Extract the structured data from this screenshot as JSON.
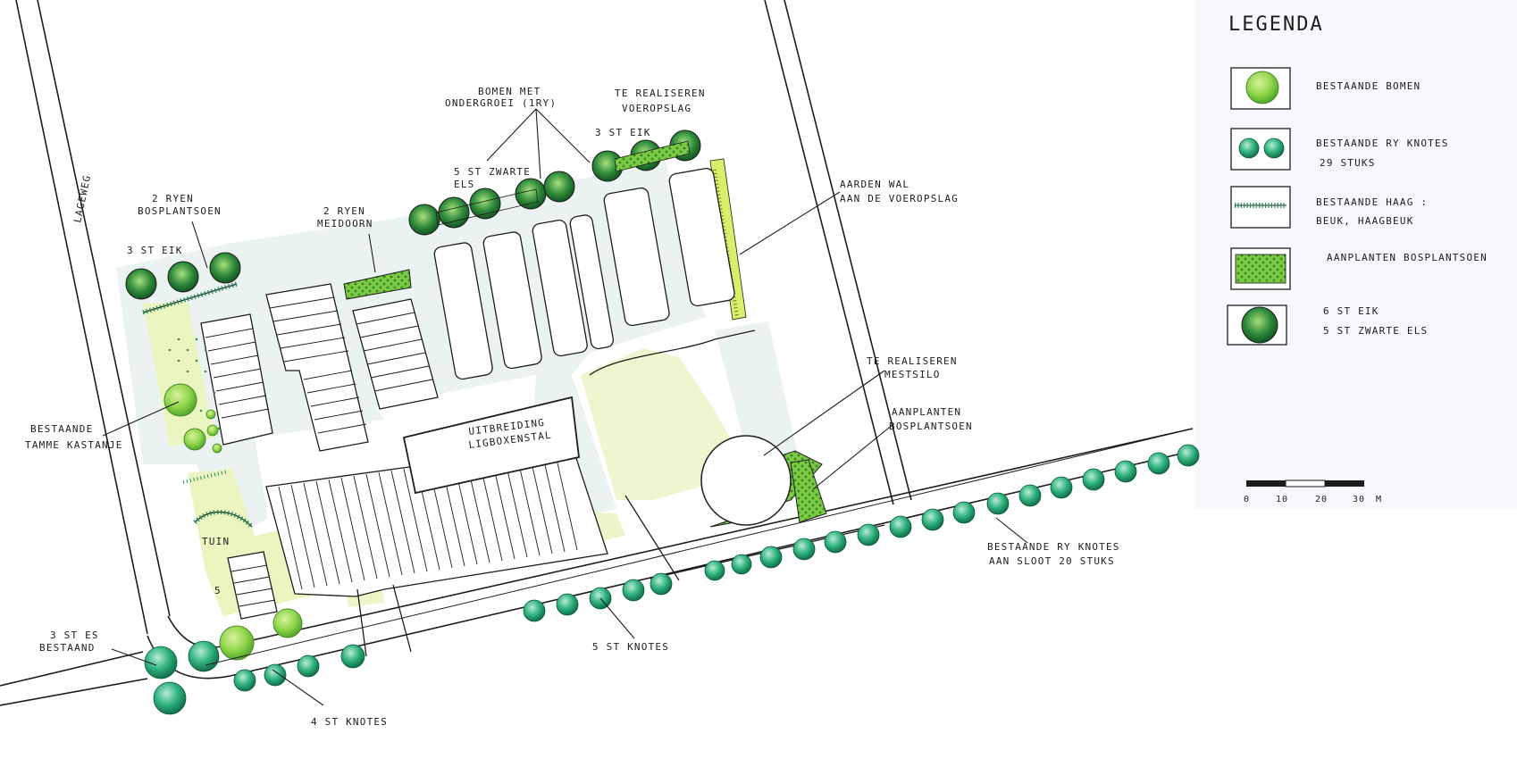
{
  "map": {
    "street_name": "LAGEWEG",
    "labels": {
      "bomen_met_ondergroei_1": "BOMEN MET",
      "bomen_met_ondergroei_2": "ONDERGROEI (1RY)",
      "voeropslag_1": "TE REALISEREN",
      "voeropslag_2": "VOEROPSLAG",
      "eik_top": "3 ST EIK",
      "zwarte_els_1": "5 ST ZWARTE",
      "zwarte_els_2": "ELS",
      "rijen_bos_1": "2 RYEN",
      "rijen_bos_2": "BOSPLANTSOEN",
      "rijen_mei_1": "2 RYEN",
      "rijen_mei_2": "MEIDOORN",
      "eik_left": "3 ST EIK",
      "aarden_wal_1": "AARDEN WAL",
      "aarden_wal_2": "AAN DE VOEROPSLAG",
      "mestsilo_1": "TE REALISEREN",
      "mestsilo_2": "MESTSILO",
      "aanplanten_1": "AANPLANTEN",
      "aanplanten_2": "BOSPLANTSOEN",
      "kastanje_1": "BESTAANDE",
      "kastanje_2": "TAMME KASTANJE",
      "ligboxenstal_1": "UITBREIDING",
      "ligboxenstal_2": "LIGBOXENSTAL",
      "tuin": "TUIN",
      "knotes_sloot_1": "BESTAANDE RY KNOTES",
      "knotes_sloot_2": "AAN SLOOT 20 STUKS",
      "es_1": "3 ST ES",
      "es_2": "BESTAAND",
      "knotes_5": "5 ST KNOTES",
      "knotes_4": "4 ST KNOTES"
    }
  },
  "legend": {
    "title": "LEGENDA",
    "items": [
      {
        "label": "BESTAANDE BOMEN",
        "label2": "",
        "symbol": "tree-icon"
      },
      {
        "label": "BESTAANDE RY KNOTES",
        "label2": "29 STUKS",
        "symbol": "pollard-icon"
      },
      {
        "label": "BESTAANDE HAAG :",
        "label2": "BEUK, HAAGBEUK",
        "symbol": "hedge-icon"
      },
      {
        "label": "AANPLANTEN BOSPLANTSOEN",
        "label2": "",
        "symbol": "shrubbery-icon"
      },
      {
        "label": "6 ST EIK",
        "label2": "5 ST ZWARTE ELS",
        "symbol": "oak-icon"
      }
    ]
  },
  "scale_bar": {
    "ticks": [
      "0",
      "10",
      "20",
      "30",
      "M"
    ]
  },
  "colors": {
    "lawn": "#eef6c4",
    "pale": "#eaf3f1",
    "tree_light": "#8fd44a",
    "tree_dark": "#1e7a2a",
    "pollard": "#25a070",
    "shrub": "#6bbf3a",
    "ink": "#1d1d1d"
  }
}
